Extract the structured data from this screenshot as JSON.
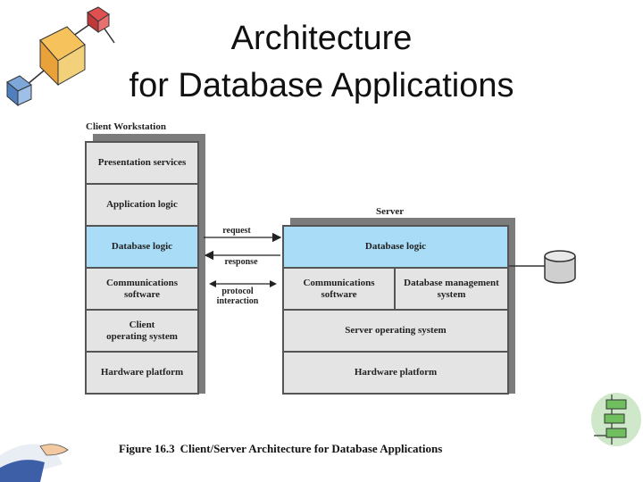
{
  "slide": {
    "title_line1": "Architecture",
    "title_line2": "for Database Applications"
  },
  "client": {
    "label": "Client Workstation",
    "layers": [
      {
        "text": "Presentation services"
      },
      {
        "text": "Application logic"
      },
      {
        "text": "Database logic"
      },
      {
        "text": "Communications\nsoftware"
      },
      {
        "text": "Client\noperating system"
      },
      {
        "text": "Hardware platform"
      }
    ]
  },
  "server": {
    "label": "Server",
    "database_logic": "Database logic",
    "communications": "Communications\nsoftware",
    "dbms": "Database management\nsystem",
    "os": "Server operating system",
    "hardware": "Hardware platform"
  },
  "arrows": {
    "request": "request",
    "response": "response",
    "protocol": "protocol\ninteraction"
  },
  "caption": {
    "number": "Figure 16.3",
    "text": "Client/Server Architecture for Database Applications"
  },
  "colors": {
    "highlight": "#a9dcf6",
    "layer_fill": "#e4e4e4",
    "border": "#555555"
  }
}
